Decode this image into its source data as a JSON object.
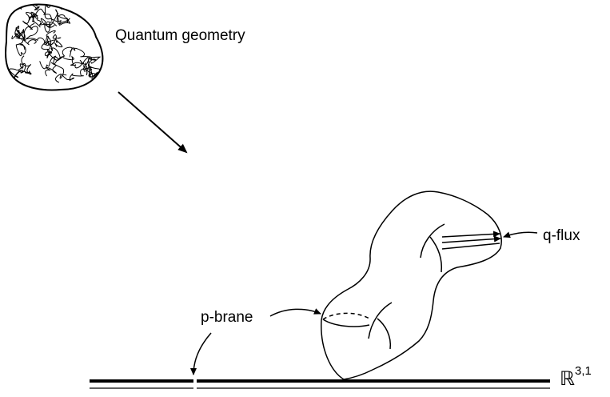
{
  "labels": {
    "quantum_geometry": "Quantum geometry",
    "p_brane": "p-brane",
    "q_flux": "q-flux",
    "space_symbol": "ℝ",
    "space_superscript": "3,1"
  },
  "colors": {
    "ink": "#000000",
    "background": "#ffffff"
  }
}
